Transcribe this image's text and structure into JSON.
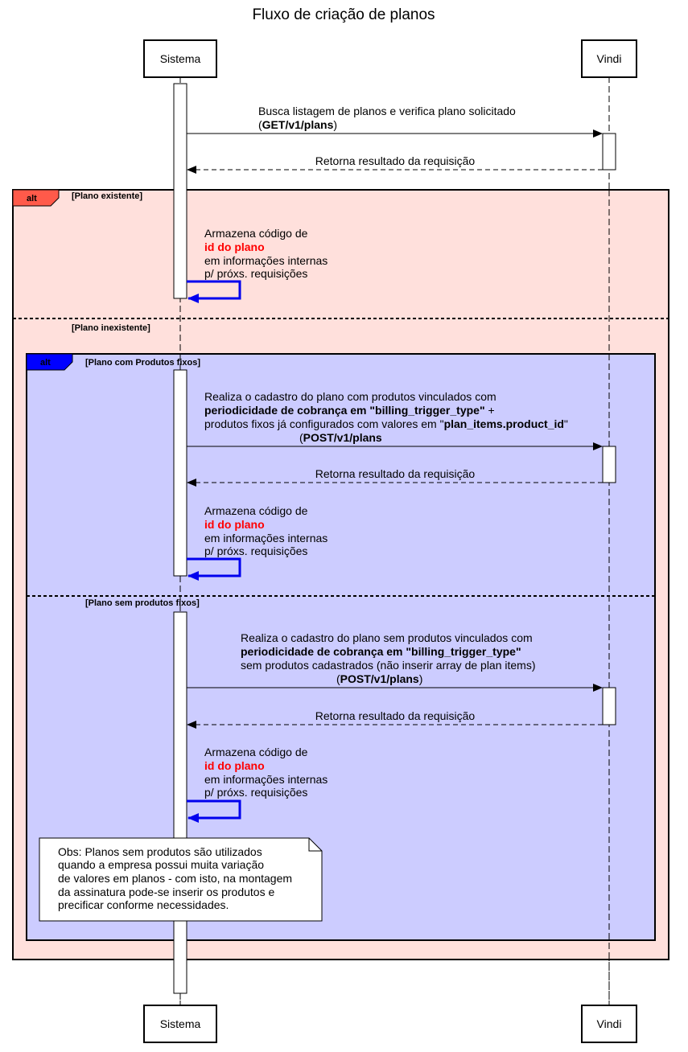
{
  "title": "Fluxo de criação de planos",
  "participants": {
    "sistema": "Sistema",
    "vindi": "Vindi"
  },
  "colors": {
    "alt_outer_tag": "#ff5a4a",
    "alt_outer_bg": "#ffe0dc",
    "alt_inner_tag": "#0000ff",
    "alt_inner_bg": "#ccccff",
    "self_arrow": "#0000ee",
    "highlight_text": "#ff0000"
  },
  "messages": {
    "m1_line1": "Busca listagem de planos e verifica plano solicitado",
    "m1_line2_pre": "(",
    "m1_line2_bold": "GET/v1/plans",
    "m1_line2_post": ")",
    "return_text": "Retorna resultado da requisição"
  },
  "outer_alt": {
    "tag": "alt",
    "guard1": "[Plano existente]",
    "guard2": "[Plano inexistente]"
  },
  "inner_alt": {
    "tag": "alt",
    "guard1": "[Plano com Produtos fixos]",
    "guard2": "[Plano sem produtos fixos]"
  },
  "store": {
    "line1": "Armazena código de",
    "line2": "id do plano",
    "line3": "em informações internas",
    "line4": "p/ próxs. requisições"
  },
  "create_with": {
    "line1": "Realiza o cadastro do plano com produtos vinculados com",
    "line2_bold": "periodicidade  de cobrança em   \"billing_trigger_type\"",
    "line2_post": " +",
    "line3_pre": "produtos fixos já configurados com valores em \"",
    "line3_bold": "plan_items.product_id",
    "line3_post": "\"",
    "line4_pre": "(",
    "line4_bold": "POST/v1/plans",
    "line4_post": ""
  },
  "create_without": {
    "line1": "Realiza o cadastro do plano sem produtos vinculados com",
    "line2_bold": "periodicidade  de cobrança em   \"billing_trigger_type\"",
    "line3": "sem produtos cadastrados (não inserir array de plan items)",
    "line4_pre": "(",
    "line4_bold": "POST/v1/plans",
    "line4_post": ")"
  },
  "note": {
    "line1": "Obs: Planos sem produtos são utilizados",
    "line2": "quando a empresa possui muita variação",
    "line3": "de valores em planos - com isto, na montagem",
    "line4": "da assinatura pode-se inserir os produtos e",
    "line5": "precificar conforme necessidades."
  }
}
